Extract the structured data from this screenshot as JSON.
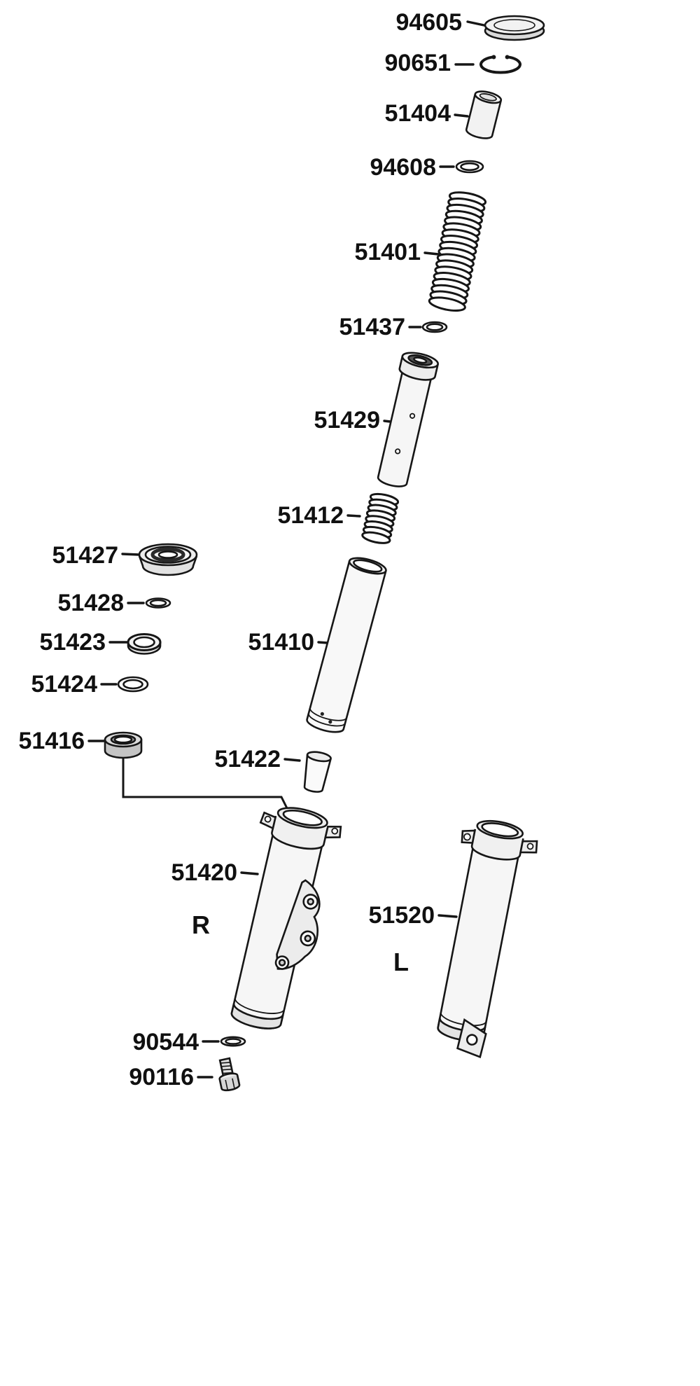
{
  "diagram": {
    "side_labels": {
      "right": "R",
      "left": "L"
    },
    "parts": [
      {
        "label": "94605"
      },
      {
        "label": "90651"
      },
      {
        "label": "51404"
      },
      {
        "label": "94608"
      },
      {
        "label": "51401"
      },
      {
        "label": "51437"
      },
      {
        "label": "51429"
      },
      {
        "label": "51412"
      },
      {
        "label": "51427"
      },
      {
        "label": "51428"
      },
      {
        "label": "51423"
      },
      {
        "label": "51424"
      },
      {
        "label": "51410"
      },
      {
        "label": "51416"
      },
      {
        "label": "51422"
      },
      {
        "label": "51420"
      },
      {
        "label": "51520"
      },
      {
        "label": "90544"
      },
      {
        "label": "90116"
      }
    ]
  }
}
